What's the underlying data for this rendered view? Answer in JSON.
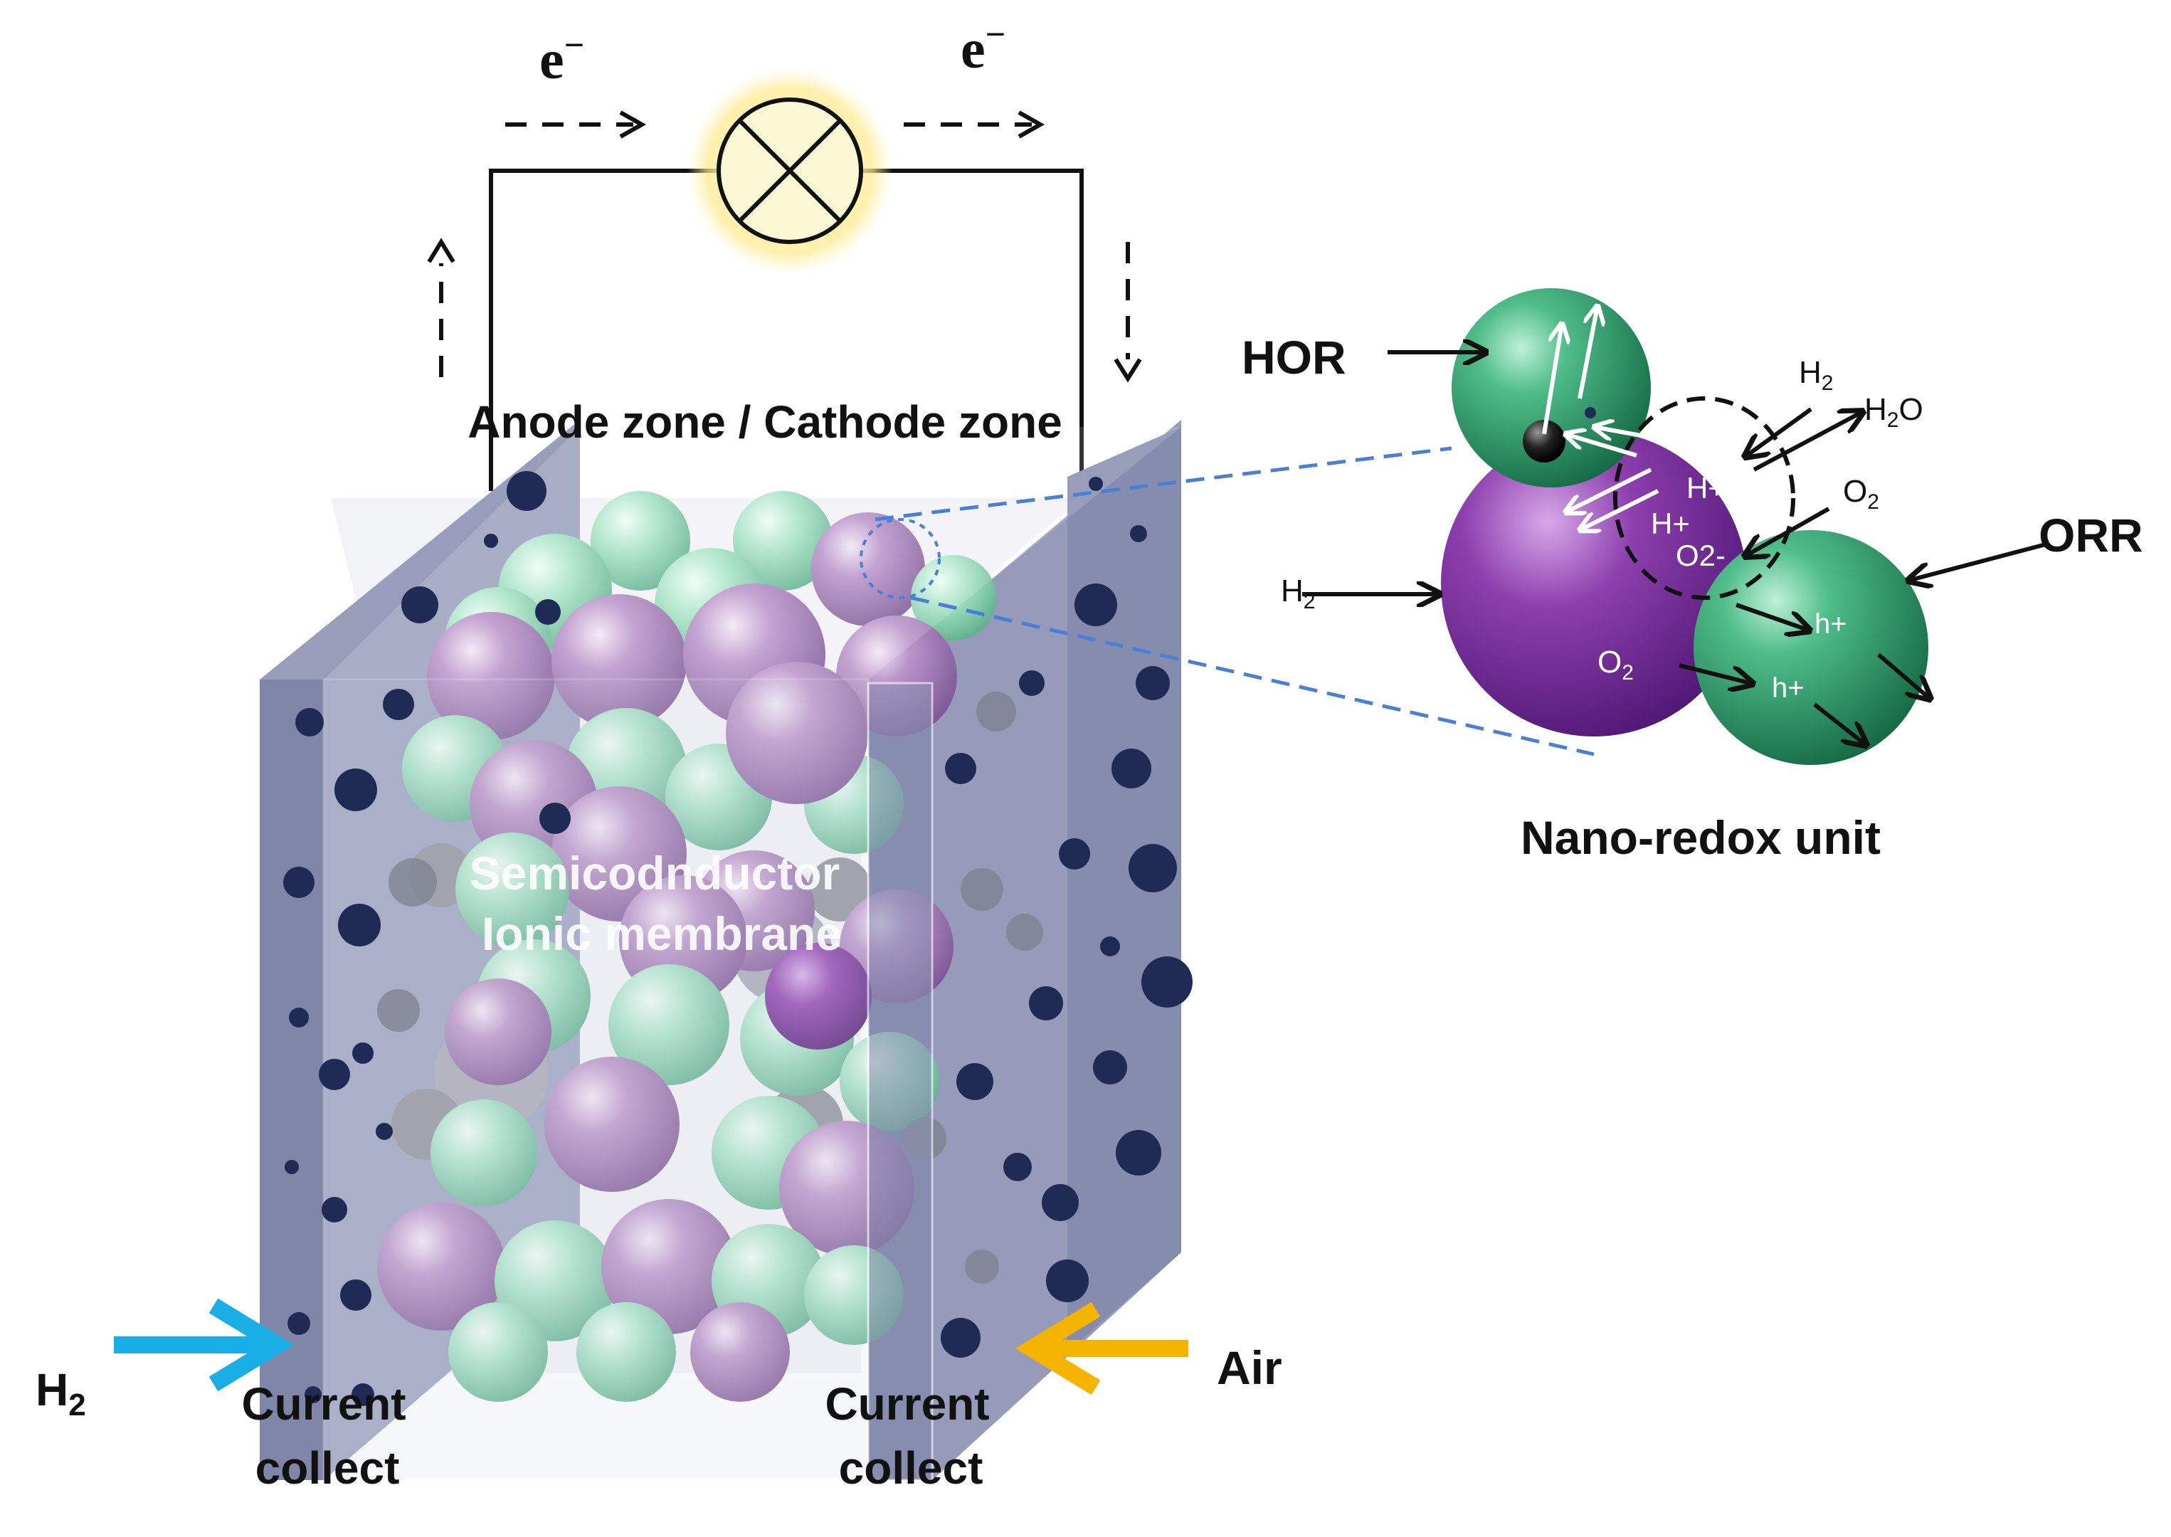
{
  "circuit": {
    "electron_left": "e",
    "electron_right": "e",
    "electron_sup": "−"
  },
  "cell": {
    "zone_label": "Anode zone / Cathode zone",
    "membrane_line1": "Semicodnductor",
    "membrane_line2": "Ionic membrane",
    "left_collector_line1": "Current",
    "left_collector_line2": "collect",
    "right_collector_line1": "Current",
    "right_collector_line2": "collect",
    "fuel_in": {
      "main": "H",
      "sub": "2"
    },
    "air_in": "Air"
  },
  "nano_unit": {
    "title": "Nano-redox unit",
    "hor": "HOR",
    "orr": "ORR",
    "h2_top": {
      "main": "H",
      "sub": "2"
    },
    "h2o_top": {
      "main": "H",
      "sub": "2",
      "tail": "O"
    },
    "o2_top": {
      "main": "O",
      "sub": "2"
    },
    "h2_left": {
      "main": "H",
      "sub": "2"
    },
    "o2_inner": {
      "main": "O",
      "sub": "2"
    },
    "h_plus_1": "H+",
    "h_plus_2": "H+",
    "o2_minus": "O2-",
    "hole_1": "h+",
    "hole_2": "h+"
  },
  "colors": {
    "accent_h2_arrow": "#1aaee6",
    "accent_air_arrow": "#f5b400",
    "green_particle": "#3aa878",
    "purple_particle": "#7a3a9a",
    "collector_plate": "#8d93b3",
    "pore_dark": "#1f2a55"
  }
}
